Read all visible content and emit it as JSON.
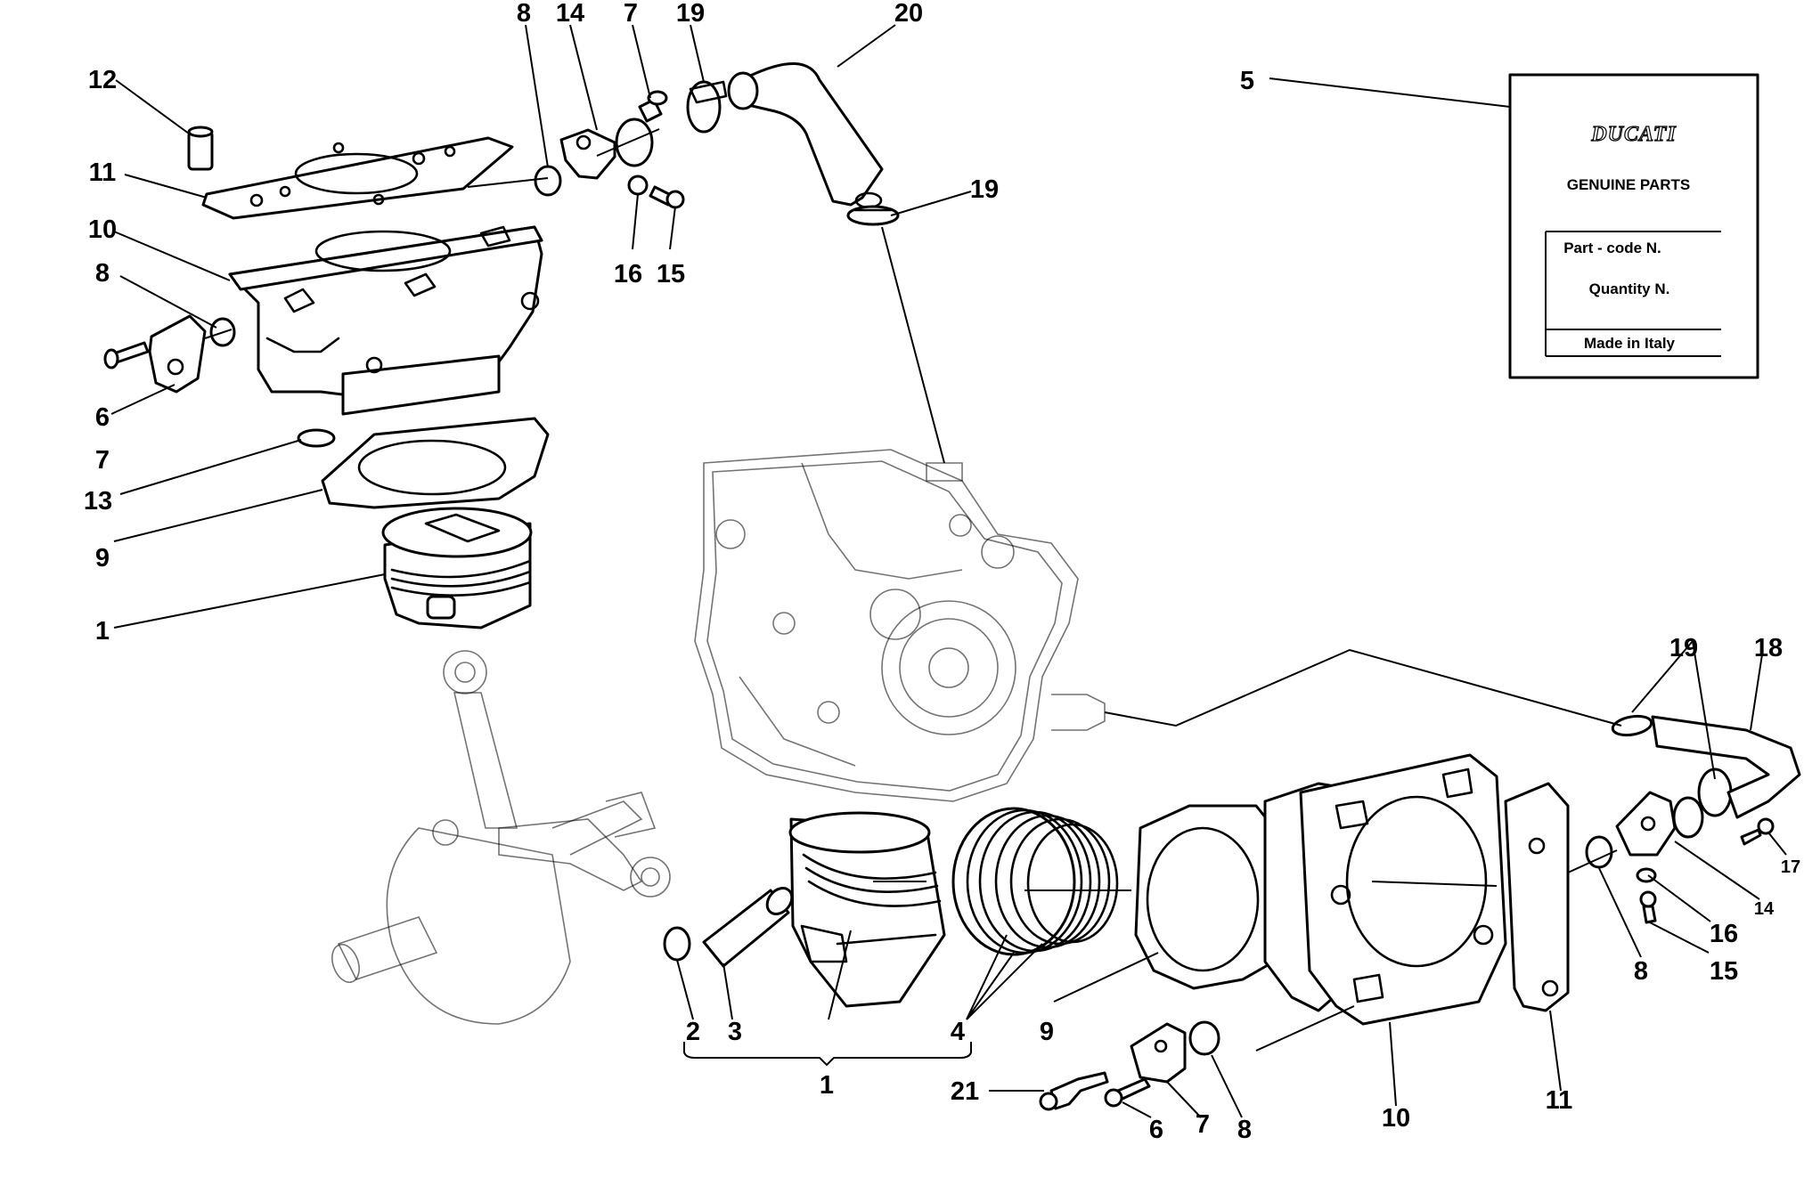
{
  "callouts": [
    {
      "id": "c8a",
      "text": "8"
    },
    {
      "id": "c14a",
      "text": "14"
    },
    {
      "id": "c7a",
      "text": "7"
    },
    {
      "id": "c19a",
      "text": "19"
    },
    {
      "id": "c20",
      "text": "20"
    },
    {
      "id": "c5",
      "text": "5"
    },
    {
      "id": "c12",
      "text": "12"
    },
    {
      "id": "c11a",
      "text": "11"
    },
    {
      "id": "c10a",
      "text": "10"
    },
    {
      "id": "c8b",
      "text": "8"
    },
    {
      "id": "c6a",
      "text": "6"
    },
    {
      "id": "c7b",
      "text": "7"
    },
    {
      "id": "c13",
      "text": "13"
    },
    {
      "id": "c9a",
      "text": "9"
    },
    {
      "id": "c1a",
      "text": "1"
    },
    {
      "id": "c19b",
      "text": "19"
    },
    {
      "id": "c16a",
      "text": "16"
    },
    {
      "id": "c15a",
      "text": "15"
    },
    {
      "id": "c19c",
      "text": "19"
    },
    {
      "id": "c18",
      "text": "18"
    },
    {
      "id": "c17",
      "text": "17"
    },
    {
      "id": "c14b",
      "text": "14"
    },
    {
      "id": "c16b",
      "text": "16"
    },
    {
      "id": "c15b",
      "text": "15"
    },
    {
      "id": "c8c",
      "text": "8"
    },
    {
      "id": "c2",
      "text": "2"
    },
    {
      "id": "c3",
      "text": "3"
    },
    {
      "id": "c4",
      "text": "4"
    },
    {
      "id": "c9b",
      "text": "9"
    },
    {
      "id": "c1b",
      "text": "1"
    },
    {
      "id": "c21",
      "text": "21"
    },
    {
      "id": "c6b",
      "text": "6"
    },
    {
      "id": "c7c",
      "text": "7"
    },
    {
      "id": "c8d",
      "text": "8"
    },
    {
      "id": "c10b",
      "text": "10"
    },
    {
      "id": "c11b",
      "text": "11"
    }
  ],
  "label": {
    "brand": "DUCATI",
    "title": "GENUINE PARTS",
    "part_code": "Part - code N.",
    "quantity": "Quantity N.",
    "origin": "Made in Italy"
  }
}
